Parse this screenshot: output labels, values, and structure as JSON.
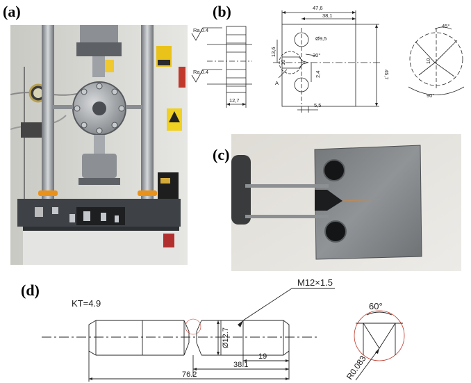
{
  "panels": {
    "a": "(a)",
    "b": "(b)",
    "c": "(c)",
    "d": "(d)"
  },
  "panel_b": {
    "ra_top": "Ra 0.4",
    "ra_bottom": "Ra 0.4",
    "dim_thickness": "12,7",
    "dim_overall_width": "47,6",
    "dim_hole_center": "38,1",
    "dim_hole_dia": "Ø9,5",
    "dim_left_height": "13,6",
    "dim_angle_small": "30°",
    "dim_notch": "2,4",
    "dim_height": "45,7",
    "dim_bottom": "5,5",
    "detail_label": "A",
    "detail_radius": "10",
    "detail_angle_top": "45°",
    "detail_depth": "10",
    "detail_angle_bottom": "90°"
  },
  "panel_d": {
    "kt": "KT=4.9",
    "thread": "M12×1.5",
    "diameter": "Ø12.7",
    "dim_19": "19",
    "dim_381": "38.1",
    "dim_762": "76.2",
    "notch_angle": "60°",
    "notch_radius": "R0.083"
  },
  "photos": {
    "a": "testing machine photograph",
    "c": "compact tension specimen photograph"
  }
}
